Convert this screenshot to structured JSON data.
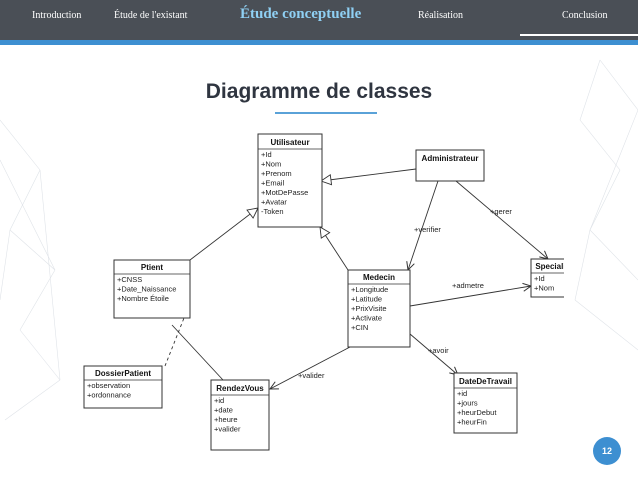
{
  "nav": {
    "items": [
      "Introduction",
      "Étude de l'existant",
      "Étude conceptuelle",
      "Réalisation",
      "Conclusion"
    ],
    "active": "Étude conceptuelle"
  },
  "slide": {
    "title": "Diagramme de classes",
    "page_number": "12"
  },
  "colors": {
    "nav_bg": "#4a4f56",
    "accent": "#3d8fd1",
    "active_tab": "#8fd0f4"
  },
  "classes": [
    {
      "name": "Utilisateur",
      "attributes": [
        "+Id",
        "+Nom",
        "+Prenom",
        "+Email",
        "+MotDePasse",
        "+Avatar",
        "-Token"
      ]
    },
    {
      "name": "Administrateur",
      "attributes": []
    },
    {
      "name": "Ptient",
      "attributes": [
        "+CNSS",
        "+Date_Naissance",
        "+Nombre Étoile"
      ]
    },
    {
      "name": "Medecin",
      "attributes": [
        "+Longitude",
        "+Latitude",
        "+PrixVisite",
        "+Activate",
        "+CIN"
      ]
    },
    {
      "name": "Specialite",
      "attributes": [
        "+Id",
        "+Nom"
      ]
    },
    {
      "name": "DossierPatient",
      "attributes": [
        "+observation",
        "+ordonnance"
      ]
    },
    {
      "name": "RendezVous",
      "attributes": [
        "+id",
        "+date",
        "+heure",
        "+valider"
      ]
    },
    {
      "name": "DateDeTravail",
      "attributes": [
        "+id",
        "+jours",
        "+heurDebut",
        "+heurFin"
      ]
    }
  ],
  "relations": [
    {
      "from": "Administrateur",
      "to": "Utilisateur",
      "type": "inheritance",
      "label": ""
    },
    {
      "from": "Ptient",
      "to": "Utilisateur",
      "type": "inheritance",
      "label": ""
    },
    {
      "from": "Medecin",
      "to": "Utilisateur",
      "type": "inheritance",
      "label": ""
    },
    {
      "from": "Administrateur",
      "to": "Medecin",
      "type": "association",
      "label": "+verifier"
    },
    {
      "from": "Administrateur",
      "to": "Specialite",
      "type": "association",
      "label": "+gerer"
    },
    {
      "from": "Medecin",
      "to": "Specialite",
      "type": "association",
      "label": "+admetre"
    },
    {
      "from": "Medecin",
      "to": "DateDeTravail",
      "type": "association",
      "label": "+avoir"
    },
    {
      "from": "Medecin",
      "to": "RendezVous",
      "type": "association",
      "label": "+valider"
    },
    {
      "from": "Ptient",
      "to": "RendezVous",
      "type": "association",
      "label": ""
    },
    {
      "from": "DossierPatient",
      "to": "Ptient",
      "type": "dependency",
      "label": ""
    }
  ]
}
